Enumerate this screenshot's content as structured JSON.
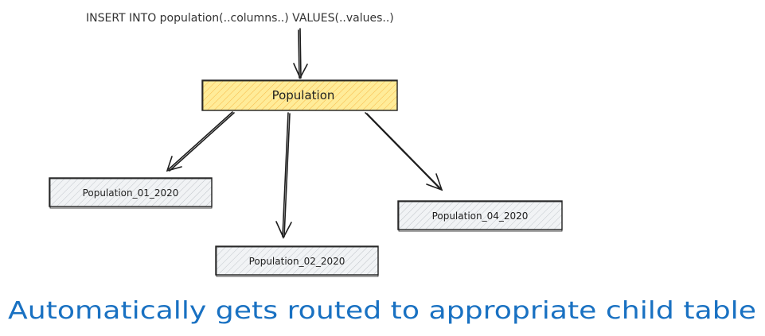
{
  "query": {
    "text": "INSERT INTO population(..columns..) VALUES(..values..)"
  },
  "root": {
    "label": "Population",
    "fill_color": "#ffec99",
    "hatch_color": "#f08c00"
  },
  "children": [
    {
      "label": "Population_01_2020"
    },
    {
      "label": "Population_02_2020"
    },
    {
      "label": "Population_04_2020"
    }
  ],
  "child_style": {
    "fill_color": "#f1f3f5",
    "hatch_color": "#868e96"
  },
  "caption": {
    "text": "Automatically gets routed to appropriate child table",
    "color": "#1971c2"
  }
}
